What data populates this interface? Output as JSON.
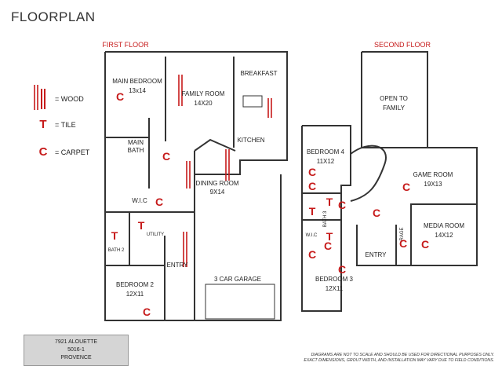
{
  "page_title": "FLOORPLAN",
  "legend": [
    {
      "symbol": "wood",
      "text": "= WOOD"
    },
    {
      "symbol": "T",
      "text": "= TILE"
    },
    {
      "symbol": "C",
      "text": "= CARPET"
    }
  ],
  "first_floor": {
    "title": "FIRST FLOOR",
    "rooms": {
      "main_bedroom": {
        "name": "MAIN BEDROOM",
        "size": "13x14"
      },
      "family_room": {
        "name": "FAMILY ROOM",
        "size": "14X20"
      },
      "breakfast": {
        "name": "BREAKFAST"
      },
      "kitchen": {
        "name": "KITCHEN"
      },
      "main_bath": {
        "name_line1": "MAIN",
        "name_line2": "BATH"
      },
      "dining_room": {
        "name": "DINING ROOM",
        "size": "9X14"
      },
      "wic": {
        "name": "W.I.C"
      },
      "bath2": {
        "name": "BATH 2"
      },
      "utility": {
        "name": "UTILITY"
      },
      "entry": {
        "name": "ENTRY"
      },
      "garage": {
        "name": "3 CAR GARAGE"
      },
      "bedroom2": {
        "name": "BEDROOM 2",
        "size": "12X11"
      }
    }
  },
  "second_floor": {
    "title": "SECOND FLOOR",
    "rooms": {
      "open_to_family": {
        "name_line1": "OPEN TO",
        "name_line2": "FAMILY"
      },
      "bedroom4": {
        "name": "BEDROOM 4",
        "size": "11X12"
      },
      "game_room": {
        "name": "GAME ROOM",
        "size": "19X13"
      },
      "media_room": {
        "name": "MEDIA ROOM",
        "size": "14X12"
      },
      "bath3": {
        "name": "BATH 3"
      },
      "wic2": {
        "name": "W.I.C"
      },
      "storage": {
        "name": "RAGE"
      },
      "entry": {
        "name": "ENTRY"
      },
      "bedroom3": {
        "name": "BEDROOM 3",
        "size": "12X11"
      }
    }
  },
  "floor_marks": {
    "carpet_letter": "C",
    "tile_letter": "T"
  },
  "colors": {
    "marker": "#c61a1a",
    "wall": "#333333",
    "label_box": "#d5d5d5"
  },
  "address": {
    "line1": "7921 ALOUETTE",
    "line2": "5016-1",
    "line3": "PROVENCE"
  },
  "disclaimer": {
    "line1": "DIAGRAMS ARE NOT TO SCALE AND SHOULD BE USED FOR DIRECTIONAL PURPOSES ONLY.",
    "line2": "EXACT DIMENSIONS, GROUT WIDTH, AND INSTALLATION MAY VARY DUE TO FIELD CONDITIONS."
  }
}
